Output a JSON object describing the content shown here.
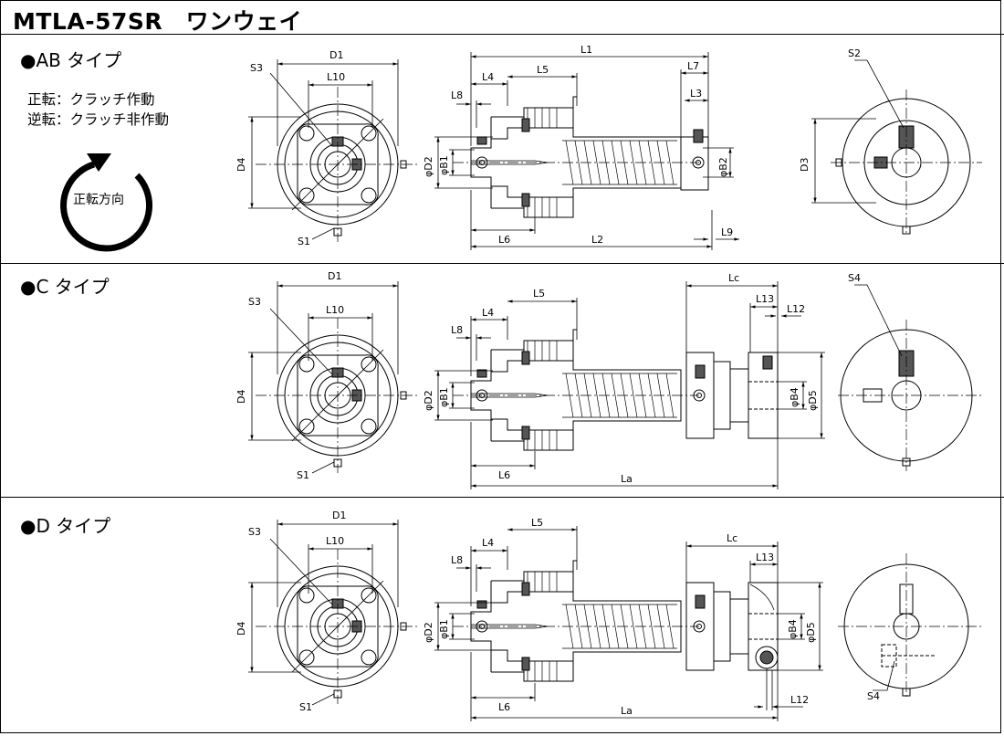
{
  "title": "MTLA-57SR　ワンウェイ",
  "sections": [
    {
      "heading": "●AB タイプ",
      "notes": [
        "正転：クラッチ作動",
        "逆転：クラッチ非作動"
      ],
      "rotation_label": "正転方向",
      "front_labels": {
        "d1": "D1",
        "l10": "L10",
        "s3": "S3",
        "d4": "D4",
        "s1": "S1"
      },
      "side_labels": {
        "l1": "L1",
        "l4": "L4",
        "l5": "L5",
        "l7": "L7",
        "l3": "L3",
        "l8": "L8",
        "d2": "φD2",
        "b1": "φB1",
        "b2": "φB2",
        "l6": "L6",
        "l2": "L2",
        "l9": "L9"
      },
      "end_labels": {
        "s2": "S2",
        "d3": "D3"
      }
    },
    {
      "heading": "●C タイプ",
      "front_labels": {
        "d1": "D1",
        "l10": "L10",
        "s3": "S3",
        "d4": "D4",
        "s1": "S1"
      },
      "side_labels": {
        "l5": "L5",
        "l4": "L4",
        "l8": "L8",
        "d2": "φD2",
        "b1": "φB1",
        "lc": "Lc",
        "l13": "L13",
        "l12": "L12",
        "b4": "φB4",
        "d5": "φD5",
        "l6": "L6",
        "la": "La"
      },
      "end_labels": {
        "s4": "S4"
      }
    },
    {
      "heading": "●D タイプ",
      "front_labels": {
        "d1": "D1",
        "l10": "L10",
        "s3": "S3",
        "d4": "D4",
        "s1": "S1"
      },
      "side_labels": {
        "l5": "L5",
        "l4": "L4",
        "l8": "L8",
        "d2": "φD2",
        "b1": "φB1",
        "lc": "Lc",
        "l13": "L13",
        "b4": "φB4",
        "d5": "φD5",
        "l6": "L6",
        "la": "La",
        "l12": "L12"
      },
      "end_labels": {
        "s4": "S4"
      }
    }
  ]
}
